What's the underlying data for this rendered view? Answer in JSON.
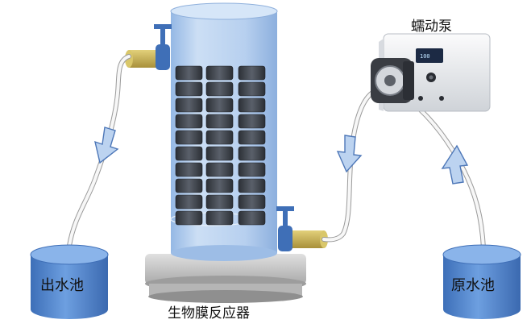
{
  "labels": {
    "pump": "蠕动泵",
    "reactor": "生物膜反应器",
    "outlet_tank": "出水池",
    "source_tank": "原水池",
    "pump_display": "100"
  },
  "icons": {
    "flow_arrow": "flow-arrow-icon",
    "valve": "valve-icon"
  },
  "colors": {
    "tank": "#4f86d0",
    "reactor_glass": "#a9c8ec",
    "carrier": "#3b3f46",
    "tube": "#f4f4f4",
    "fitting": "#c7b04a",
    "valve": "#3f6fb7",
    "base": "#c9c9c9",
    "pump_body": "#f1f2f4"
  }
}
